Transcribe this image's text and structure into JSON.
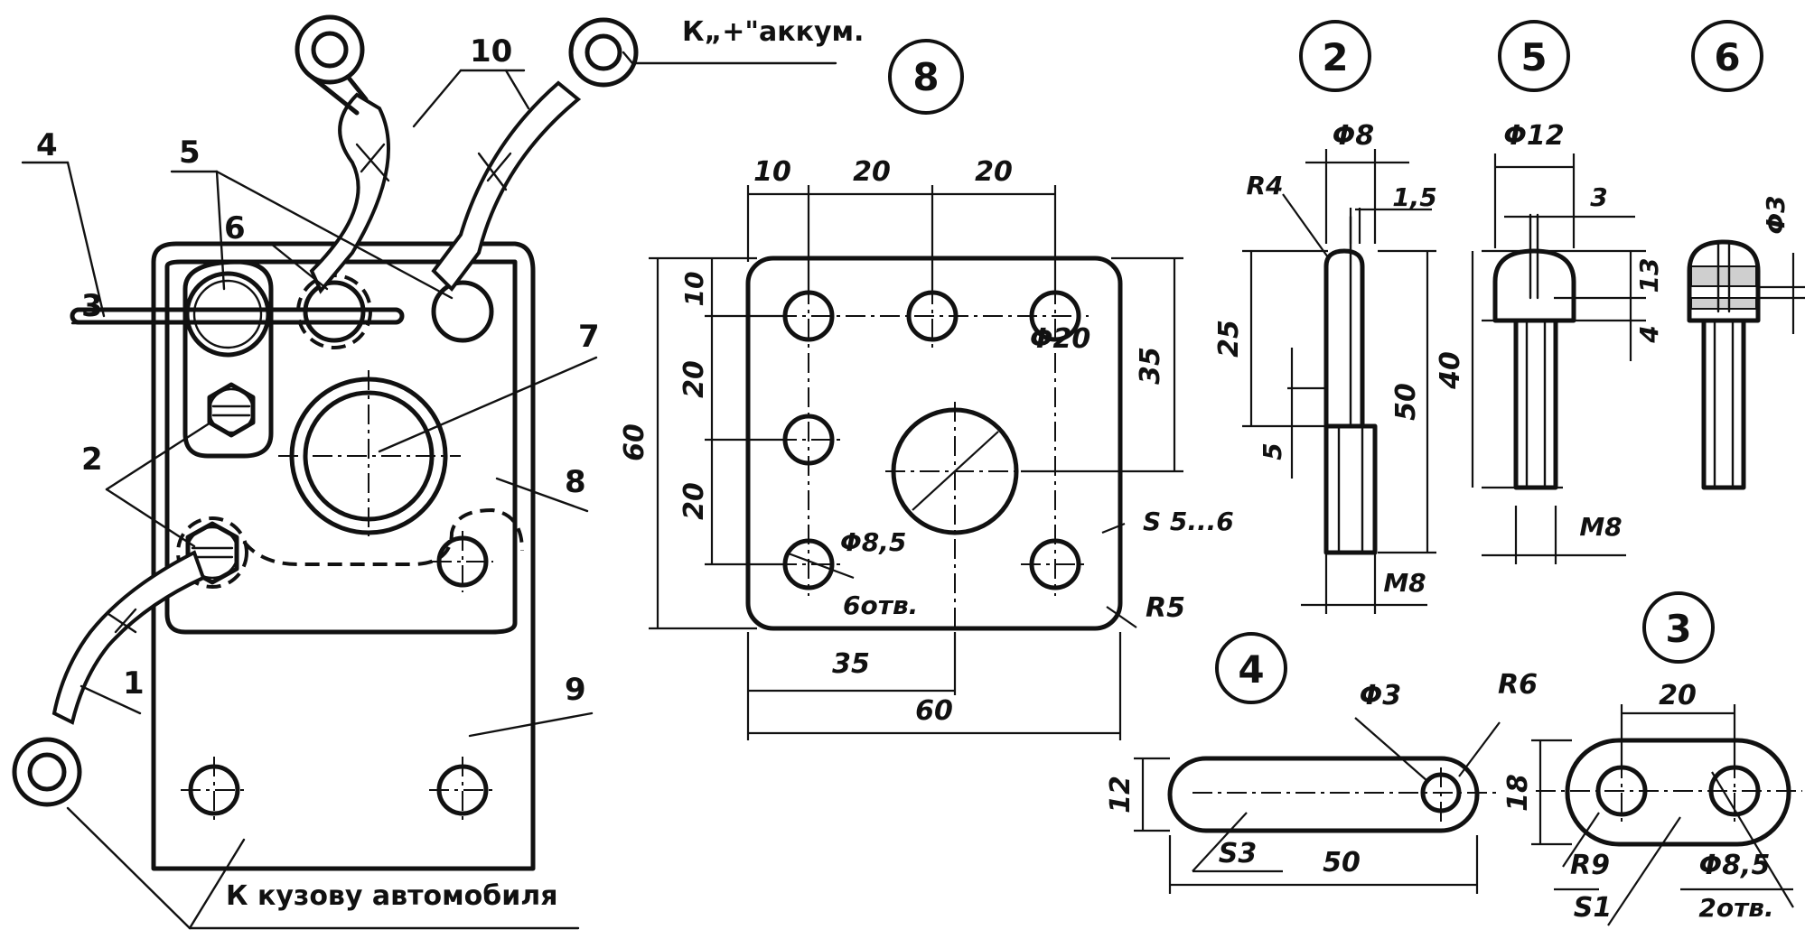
{
  "assembly": {
    "callouts": [
      "1",
      "2",
      "3",
      "4",
      "5",
      "6",
      "7",
      "8",
      "9",
      "10"
    ],
    "label_plus": "К„+\"аккум.",
    "label_body": "К кузову автомобиля"
  },
  "part8": {
    "id": "8",
    "dims": {
      "top_10": "10",
      "top_20a": "20",
      "top_20b": "20",
      "left_10": "10",
      "left_20a": "20",
      "left_20b": "20",
      "left_60": "60",
      "right_35": "35",
      "phi20": "Φ20",
      "phi85": "Φ8,5",
      "holes6": "6отв.",
      "thickness": "S 5...6",
      "radius": "R5",
      "bottom_35": "35",
      "bottom_60": "60"
    }
  },
  "part2": {
    "id": "2",
    "dims": {
      "phi8": "Φ8",
      "r4": "R4",
      "d15": "1,5",
      "d25": "25",
      "d50": "50",
      "d5": "5",
      "m8": "M8"
    }
  },
  "part5": {
    "id": "5",
    "dims": {
      "phi12": "Φ12",
      "d3": "3",
      "d13": "13",
      "d40": "40",
      "d4": "4",
      "m8": "M8"
    }
  },
  "part6": {
    "id": "6",
    "dims": {
      "phi3": "Φ3"
    }
  },
  "part4": {
    "id": "4",
    "dims": {
      "phi3": "Φ3",
      "r6": "R6",
      "d12": "12",
      "s3": "S3",
      "d50": "50"
    }
  },
  "part3": {
    "id": "3",
    "dims": {
      "d20": "20",
      "d18": "18",
      "r9": "R9",
      "s1": "S1",
      "phi85": "Φ8,5",
      "holes2": "2отв."
    }
  }
}
